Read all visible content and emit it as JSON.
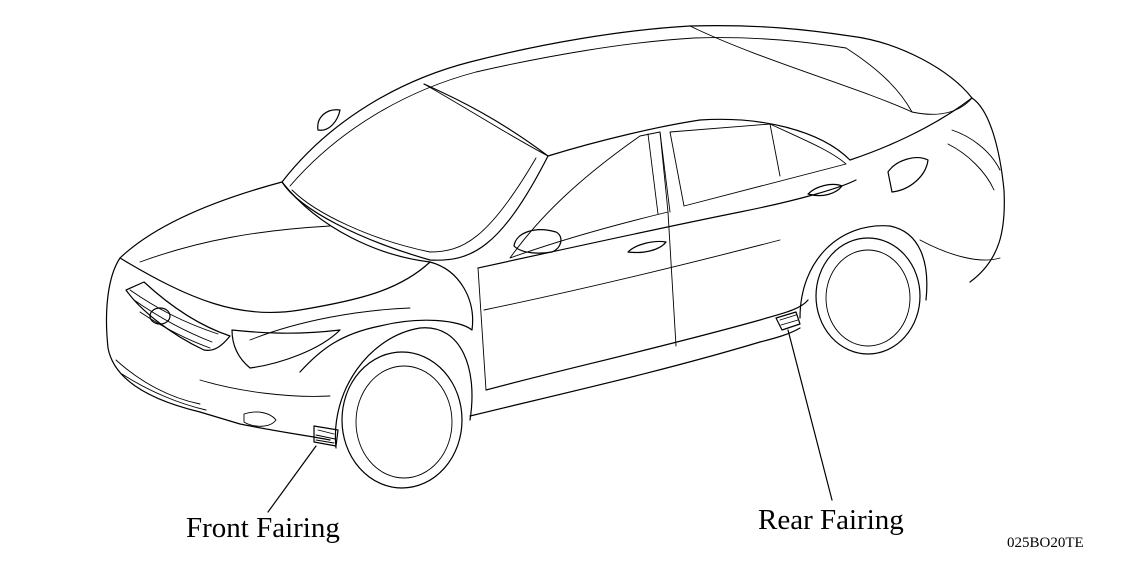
{
  "labels": {
    "front": "Front Fairing",
    "rear": "Rear Fairing",
    "code": "025BO20TE"
  },
  "colors": {
    "line": "#000000",
    "background": "#ffffff"
  }
}
